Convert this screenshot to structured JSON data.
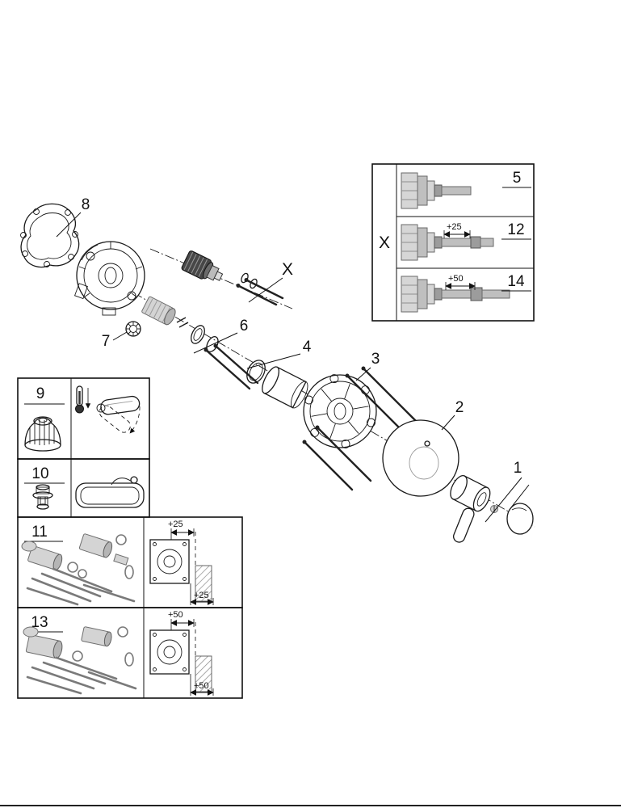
{
  "diagram": {
    "callouts": {
      "part8": "8",
      "part7": "7",
      "part6": "6",
      "part4": "4",
      "part3": "3",
      "part2": "2",
      "part1": "1",
      "x_ref": "X"
    },
    "extension_box": {
      "x_label": "X",
      "rows": [
        {
          "number": "5",
          "dim": ""
        },
        {
          "number": "12",
          "dim": "+25"
        },
        {
          "number": "14",
          "dim": "+50"
        }
      ]
    },
    "boxes": {
      "box9": {
        "number": "9"
      },
      "box10": {
        "number": "10"
      },
      "box11": {
        "number": "11",
        "dim_top": "+25",
        "dim_bottom": "+25"
      },
      "box13": {
        "number": "13",
        "dim_top": "+50",
        "dim_bottom": "+50"
      }
    },
    "colors": {
      "line": "#1a1a1a",
      "part_gray": "#c9c9c9",
      "dark_gray": "#8a8a8a",
      "background": "#ffffff"
    }
  }
}
